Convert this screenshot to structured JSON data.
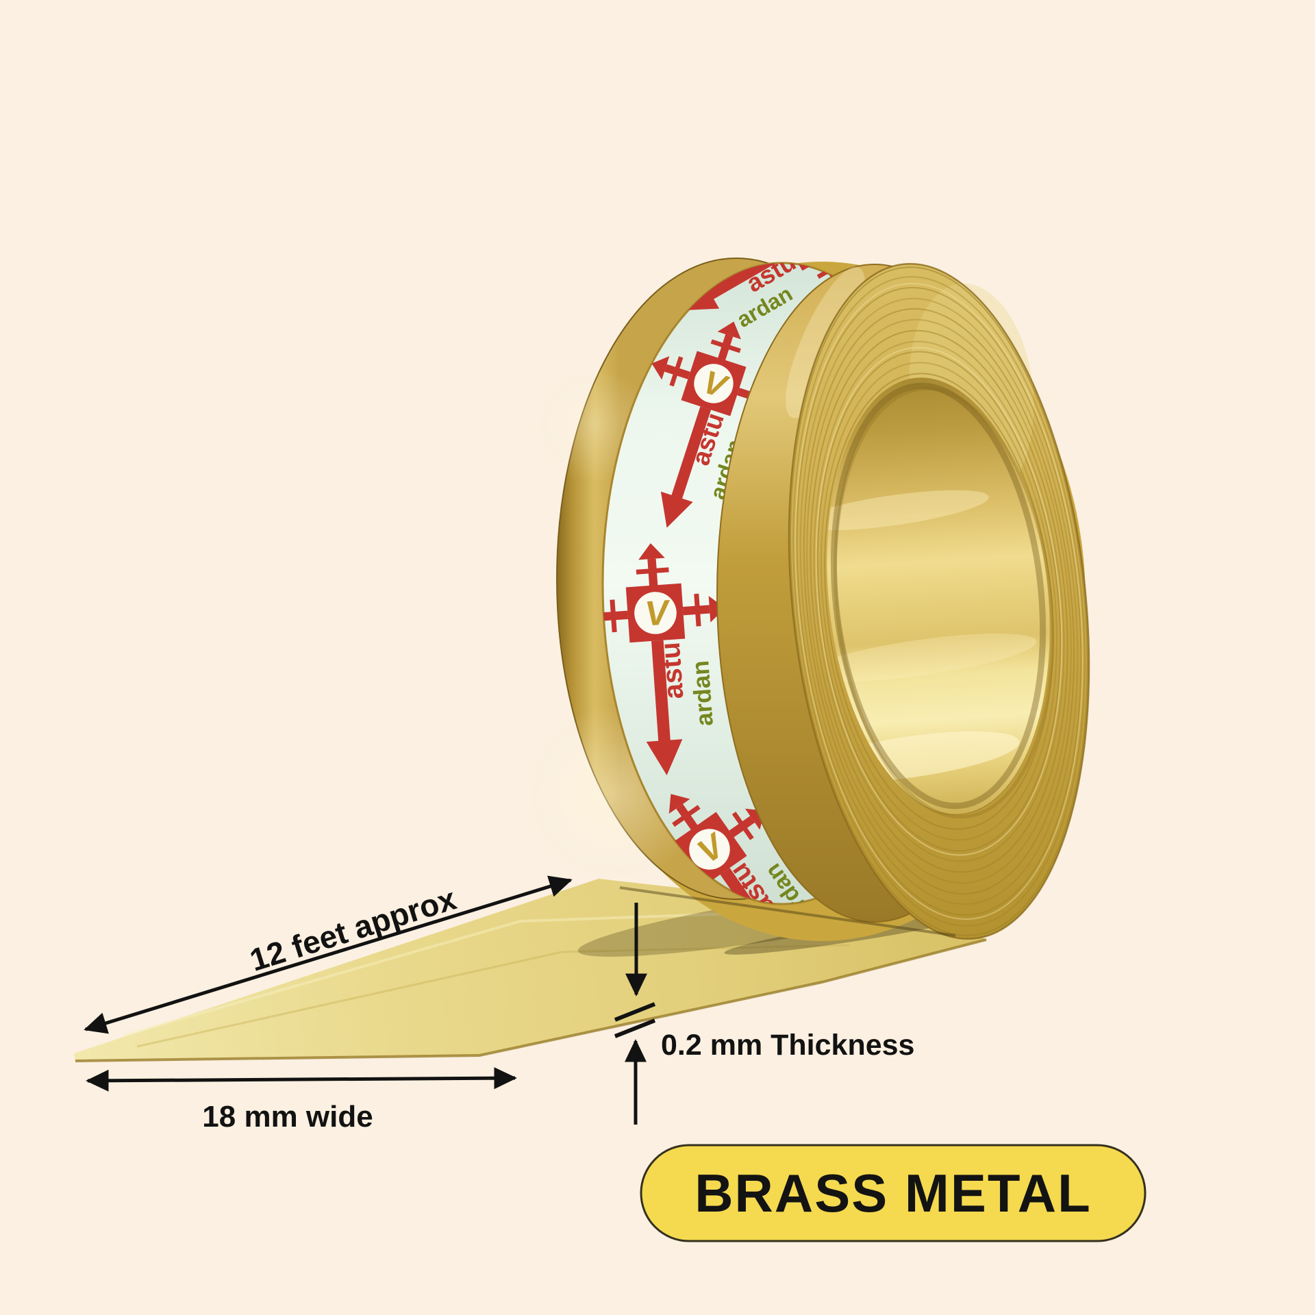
{
  "scene": {
    "background": "#FBF0E1",
    "description": "Brass metal strip roll with printed brand label and dimension annotations"
  },
  "annotations": {
    "length_label": "12 feet approx",
    "width_label": "18 mm wide",
    "thickness_label": "0.2 mm Thickness",
    "arrow_color": "#121212",
    "text_color": "#121212"
  },
  "badge": {
    "label": "BRASS METAL",
    "background": "#F5D94F",
    "border_color": "#35301E",
    "text_color": "#131313"
  },
  "brand": {
    "monogram": "V",
    "name_part1": "astu",
    "name_part2": "ardan",
    "red": "#C5362F",
    "green": "#75861F",
    "gold": "#C19A2B"
  },
  "material": {
    "brass": "#CDAD4F",
    "label_background": "#EAF4EC"
  }
}
